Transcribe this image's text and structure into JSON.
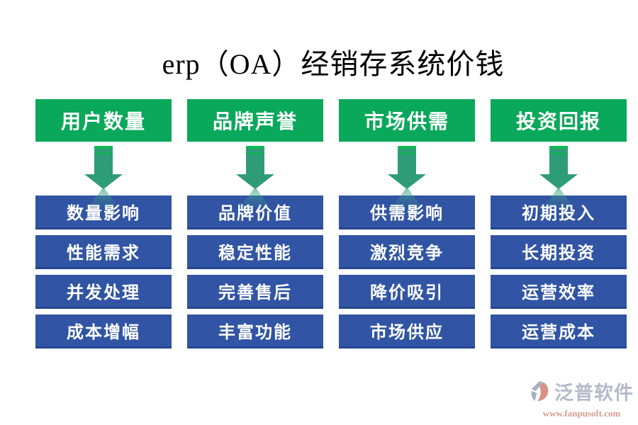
{
  "title": "erp（OA）经销存系统价钱",
  "colors": {
    "header_bg": "#0aa85a",
    "item_bg": "#3155a4",
    "arrow_teal": "#2f9c78",
    "title_text": "#000000",
    "box_text": "#ffffff",
    "brand_text": "#a8aec1",
    "url_text": "#d08b7d"
  },
  "columns": [
    {
      "header": "用户数量",
      "items": [
        "数量影响",
        "性能需求",
        "并发处理",
        "成本增幅"
      ]
    },
    {
      "header": "品牌声誉",
      "items": [
        "品牌价值",
        "稳定性能",
        "完善售后",
        "丰富功能"
      ]
    },
    {
      "header": "市场供需",
      "items": [
        "供需影响",
        "激烈竞争",
        "降价吸引",
        "市场供应"
      ]
    },
    {
      "header": "投资回报",
      "items": [
        "初期投入",
        "长期投资",
        "运营效率",
        "运营成本"
      ]
    }
  ],
  "watermark": {
    "brand": "泛普软件",
    "url": "www.fanpusoft.com"
  }
}
